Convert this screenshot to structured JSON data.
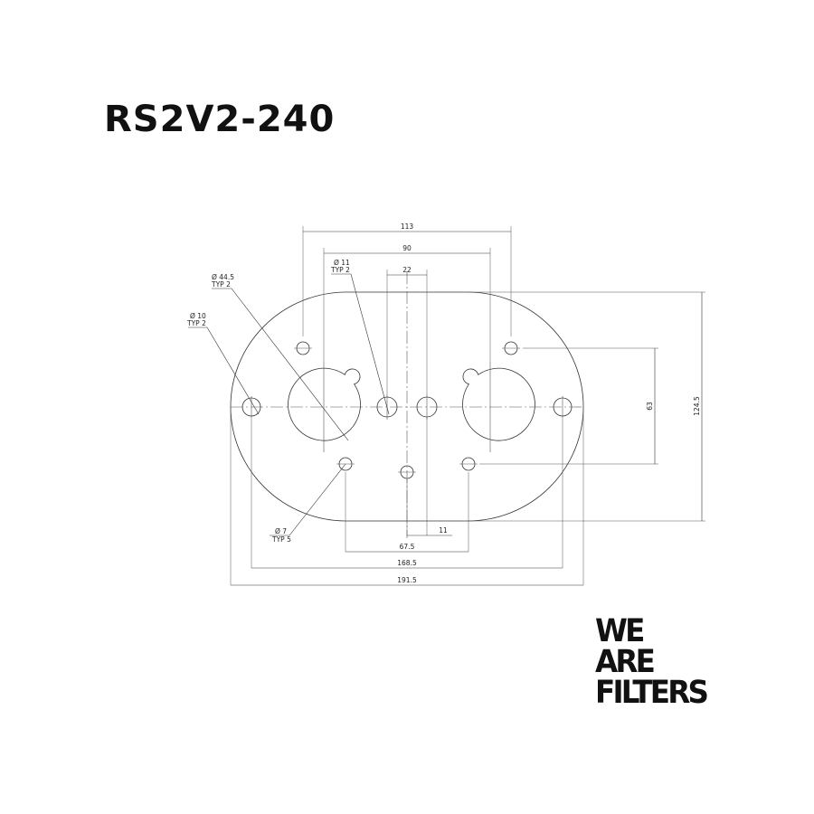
{
  "title": "RS2V2-240",
  "dimensions": {
    "width_113": "113",
    "width_90": "90",
    "width_22": "22",
    "height_63": "63",
    "height_124_5": "124.5",
    "offset_11": "11",
    "width_67_5": "67.5",
    "width_168_5": "168.5",
    "width_191_5": "191.5"
  },
  "callouts": {
    "dia_11_line1": "Ø 11",
    "dia_11_line2": "TYP 2",
    "dia_44_5_line1": "Ø 44.5",
    "dia_44_5_line2": "TYP 2",
    "dia_10_line1": "Ø 10",
    "dia_10_line2": "TYP 2",
    "dia_7_line1": "Ø 7",
    "dia_7_line2": "TYP 5"
  },
  "logo": {
    "line1": "WE",
    "line2": "ARE",
    "line3": "FILTERS"
  },
  "colors": {
    "ink": "#111111",
    "background": "#ffffff"
  }
}
